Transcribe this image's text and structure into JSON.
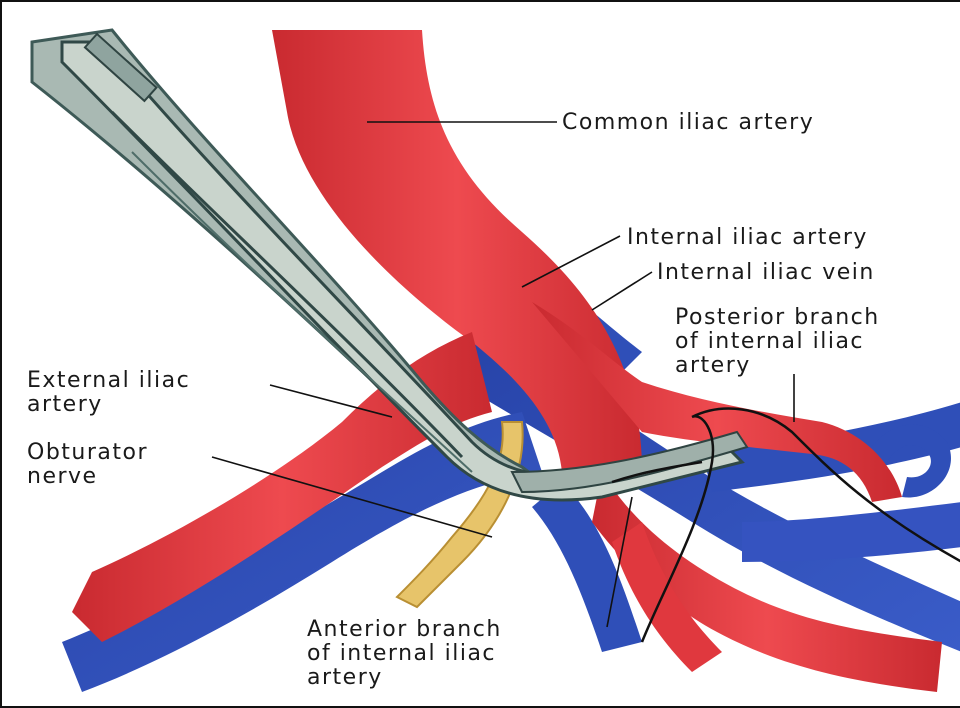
{
  "colors": {
    "artery": "#e63a3f",
    "vein": "#2f4fb8",
    "nerve": "#e7c46a",
    "instrument": "#7a9090",
    "suture": "#111111"
  },
  "labels": {
    "common_iliac_artery": "Common iliac artery",
    "internal_iliac_artery": "Internal iliac artery",
    "internal_iliac_vein": "Internal iliac vein",
    "posterior_branch_line1": "Posterior branch",
    "posterior_branch_line2": "of internal iliac",
    "posterior_branch_line3": "artery",
    "external_iliac_line1": "External iliac",
    "external_iliac_line2": "artery",
    "obturator_line1": "Obturator",
    "obturator_line2": "nerve",
    "anterior_branch_line1": "Anterior branch",
    "anterior_branch_line2": "of internal iliac",
    "anterior_branch_line3": "artery"
  }
}
